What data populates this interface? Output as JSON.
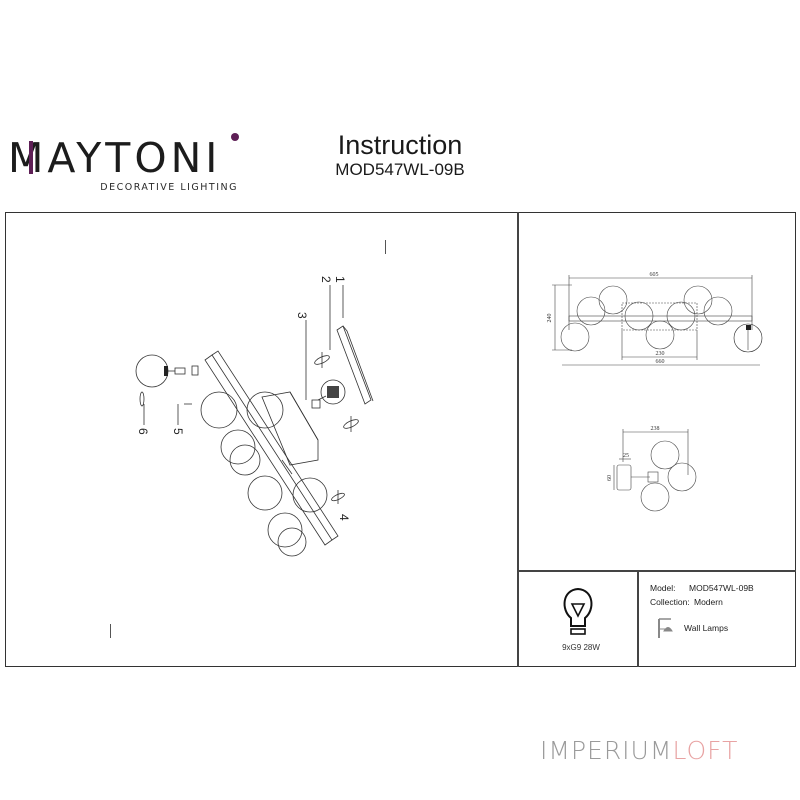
{
  "brand": {
    "name": "MAYTONI",
    "tagline": "DECORATIVE LIGHTING",
    "accent_color": "#5e1f56"
  },
  "header": {
    "title": "Instruction",
    "model": "MOD547WL-09B"
  },
  "exploded_view": {
    "part_numbers": [
      "1",
      "2",
      "3",
      "4",
      "5",
      "6"
    ]
  },
  "front_view": {
    "dimensions": {
      "top_width": "605",
      "height": "240",
      "bracket_width": "230",
      "overall_width": "660"
    }
  },
  "side_view": {
    "dimensions": {
      "depth": "238",
      "base_depth": "25",
      "base_height": "60"
    }
  },
  "info": {
    "bulb_icon": "light-bulb-icon",
    "bulb_spec": "9xG9 28W",
    "model_label": "Model:",
    "model_value": "MOD547WL-09B",
    "collection_label": "Collection:",
    "collection_value": "Modern",
    "type_icon": "wall-lamp-icon",
    "type_label": "Wall Lamps"
  },
  "watermark": {
    "part1": "IMPERIUM",
    "part2": "LOFT",
    "color1": "#9a9a9a",
    "color2": "#e8a3a3"
  }
}
